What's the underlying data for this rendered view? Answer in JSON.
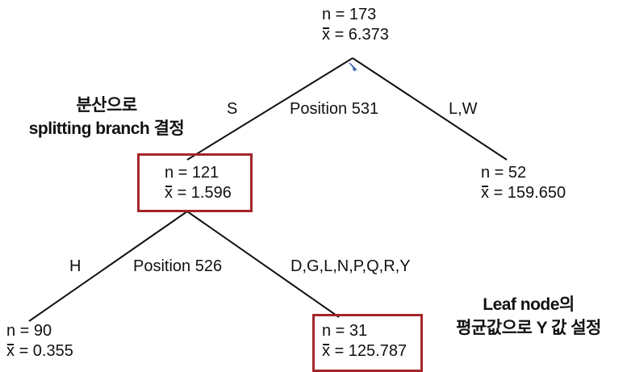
{
  "tree": {
    "root": {
      "n_label": "n = 173",
      "x_label": "x",
      "mean_value": "= 6.373"
    },
    "root_split": {
      "variable": "Position 531",
      "left_branch": "S",
      "right_branch": "L,W"
    },
    "left_child": {
      "n_label": "n = 121",
      "x_label": "x",
      "mean_value": "= 1.596"
    },
    "right_child": {
      "n_label": "n = 52",
      "x_label": "x",
      "mean_value": "= 159.650"
    },
    "left_split": {
      "variable": "Position 526",
      "left_branch": "H",
      "right_branch": "D,G,L,N,P,Q,R,Y"
    },
    "leaf_left": {
      "n_label": "n = 90",
      "x_label": "x",
      "mean_value": "= 0.355"
    },
    "leaf_right": {
      "n_label": "n = 31",
      "x_label": "x",
      "mean_value": "= 125.787"
    }
  },
  "annotations": {
    "split_note": {
      "line1": "분산으로",
      "line2": "splitting branch 결정"
    },
    "leaf_note": {
      "line1": "Leaf node의",
      "line2": "평균값으로 Y 값 설정"
    }
  },
  "colors": {
    "highlight": "#a3262a",
    "line": "#111111"
  }
}
